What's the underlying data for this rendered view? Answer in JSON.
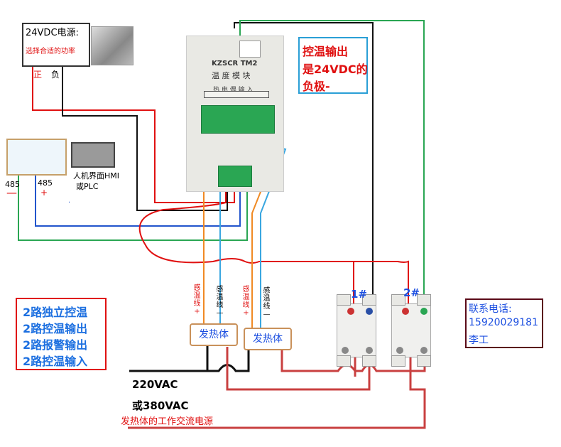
{
  "power_supply": {
    "title": "24VDC电源:",
    "subtitle": "选择合适的功率",
    "positive_label": "正",
    "negative_label": "负"
  },
  "temp_module": {
    "title": "KZSCR TM2",
    "subtitle": "温 度 模 块",
    "terminal_caption": "热 电 偶 输 入"
  },
  "hmi": {
    "line1": "人机界面HMI",
    "line2": "或PLC",
    "rs485_left_num": "485",
    "rs485_left_sign": "—",
    "rs485_right_num": "485",
    "rs485_right_sign": "+"
  },
  "output_note": {
    "line1": "控温输出",
    "line2": "是24VDC的",
    "line3": "负极-"
  },
  "features": [
    "2路独立控温",
    "2路控温输出",
    "2路报警输出",
    "2路控温输入"
  ],
  "heaters": [
    {
      "label": "发热体",
      "sense_pos": "感温线+",
      "sense_neg": "感温线—"
    },
    {
      "label": "发热体",
      "sense_pos": "感温线+",
      "sense_neg": "感温线—"
    }
  ],
  "relays": [
    {
      "label": "1#"
    },
    {
      "label": "2#"
    }
  ],
  "contact": {
    "line1": "联系电话:",
    "line2": "15920029181",
    "line3": "李工"
  },
  "ac_supply": {
    "voltage1": "220VAC",
    "voltage2": "或380VAC",
    "note": "发热体的工作交流电源"
  },
  "colors": {
    "red_wire": "#e01010",
    "black_wire": "#111111",
    "green_wire": "#2aa653",
    "blue_wire": "#2255cc",
    "orange_wire": "#f08a24",
    "light_blue_wire": "#3aa7e0",
    "ac_wire": "#c94040"
  }
}
